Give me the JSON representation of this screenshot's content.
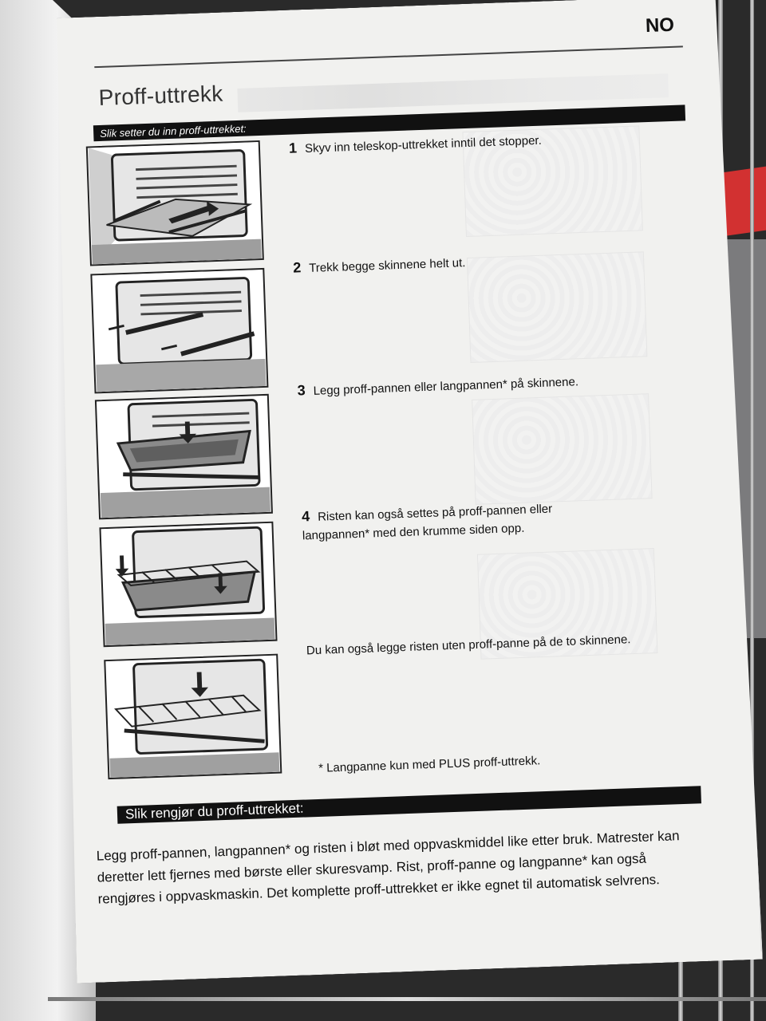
{
  "header": {
    "language_code": "NO",
    "title": "Proff-uttrekk"
  },
  "install": {
    "heading": "Slik setter du inn proff-uttrekket:",
    "steps": [
      {
        "num": "1",
        "text": "Skyv inn teleskop-uttrekket inntil det stopper."
      },
      {
        "num": "2",
        "text": "Trekk begge skinnene helt ut."
      },
      {
        "num": "3",
        "text": "Legg proff-pannen eller langpannen* på skinnene."
      },
      {
        "num": "4",
        "text": "Risten kan også settes på proff-pannen eller langpannen* med den krumme siden opp."
      }
    ],
    "extra_note": "Du kan også legge risten uten proff-panne på de to skinnene.",
    "footnote": "* Langpanne kun med PLUS proff-uttrekk."
  },
  "cleaning": {
    "heading": "Slik rengjør du proff-uttrekket:",
    "text": "Legg proff-pannen, langpannen* og risten i bløt med oppvaskmiddel like etter bruk. Matrester kan deretter lett fjernes med børste eller skuresvamp. Rist, proff-panne og langpanne* kan også rengjøres i oppvaskmaskin. Det komplette proff-uttrekket er ikke egnet til automatisk selvrens."
  },
  "icons": [
    "oven-rails-illustration",
    "oven-pan-illustration",
    "oven-rack-illustration",
    "arrow-icon"
  ]
}
